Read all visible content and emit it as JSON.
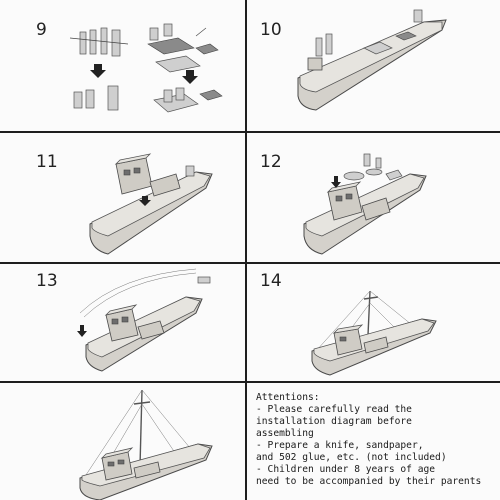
{
  "steps": [
    {
      "number": "9"
    },
    {
      "number": "10"
    },
    {
      "number": "11"
    },
    {
      "number": "12"
    },
    {
      "number": "13"
    },
    {
      "number": "14"
    },
    {
      "number": ""
    }
  ],
  "attentions": {
    "title": "Attentions:",
    "lines": [
      "- Please carefully read the",
      "installation diagram before",
      "assembling",
      "- Prepare a knife, sandpaper,",
      "and 502 glue, etc. (not included)",
      "- Children under 8 years of age",
      "need to be accompanied by their parents"
    ]
  }
}
